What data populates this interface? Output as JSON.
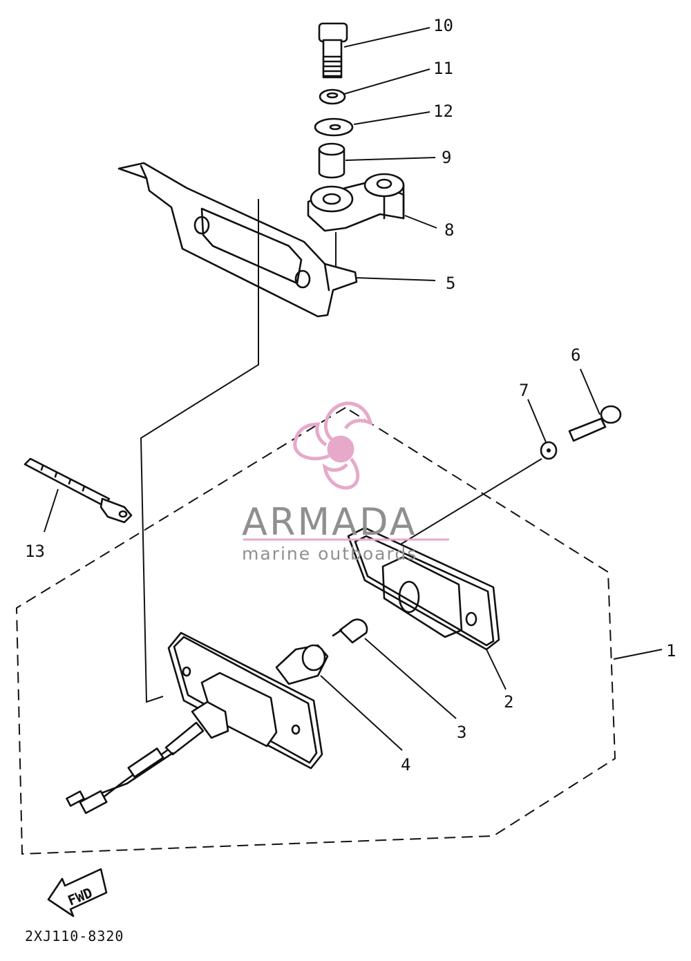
{
  "callouts": {
    "c1": "1",
    "c2": "2",
    "c3": "3",
    "c4": "4",
    "c5": "5",
    "c6": "6",
    "c7": "7",
    "c8": "8",
    "c9": "9",
    "c10": "10",
    "c11": "11",
    "c12": "12",
    "c13": "13"
  },
  "direction_label": "FWD",
  "diagram_code": "2XJ110-8320",
  "watermark": {
    "brand": "ARMADA",
    "tagline": "marine outboards",
    "color": "#e7a9c9"
  }
}
